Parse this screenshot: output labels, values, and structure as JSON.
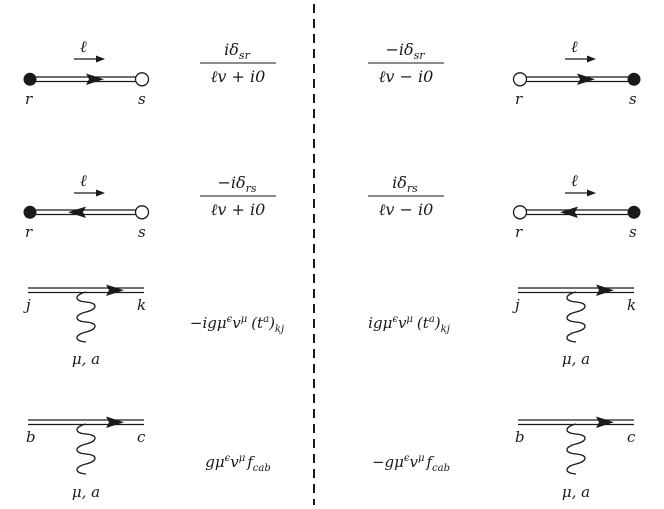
{
  "rows": [
    {
      "left": {
        "momentum": "ℓ",
        "label_left": "r",
        "label_right": "s"
      },
      "rule_left": {
        "numerator": "iδ",
        "num_sub": "sr",
        "denominator": "ℓv + i0"
      },
      "rule_right": {
        "numerator": "−iδ",
        "num_sub": "sr",
        "denominator": "ℓv − i0"
      },
      "right": {
        "momentum": "ℓ",
        "label_left": "r",
        "label_right": "s"
      }
    },
    {
      "left": {
        "momentum": "ℓ",
        "label_left": "r",
        "label_right": "s"
      },
      "rule_left": {
        "numerator": "−iδ",
        "num_sub": "rs",
        "denominator": "ℓv + i0"
      },
      "rule_right": {
        "numerator": "iδ",
        "num_sub": "rs",
        "denominator": "ℓv − i0"
      },
      "right": {
        "momentum": "ℓ",
        "label_left": "r",
        "label_right": "s"
      }
    },
    {
      "left": {
        "label_left": "j",
        "label_right": "k",
        "gluon": "μ, a"
      },
      "rule_left": {
        "prefix": "−igμ",
        "eps": "ϵ",
        "mid": "v",
        "mu": "μ",
        "paren": "(t",
        "a": "a",
        "close": ")",
        "sub": "kj"
      },
      "rule_right": {
        "prefix": "igμ",
        "eps": "ϵ",
        "mid": "v",
        "mu": "μ",
        "paren": "(t",
        "a": "a",
        "close": ")",
        "sub": "kj"
      },
      "right": {
        "label_left": "j",
        "label_right": "k",
        "gluon": "μ, a"
      }
    },
    {
      "left": {
        "label_left": "b",
        "label_right": "c",
        "gluon": "μ, a"
      },
      "rule_left": {
        "prefix": "gμ",
        "eps": "ϵ",
        "mid": "v",
        "mu": "μ",
        "f": "f",
        "sub": "cab"
      },
      "rule_right": {
        "prefix": "−gμ",
        "eps": "ϵ",
        "mid": "v",
        "mu": "μ",
        "f": "f",
        "sub": "cab"
      },
      "right": {
        "label_left": "b",
        "label_right": "c",
        "gluon": "μ, a"
      }
    }
  ]
}
